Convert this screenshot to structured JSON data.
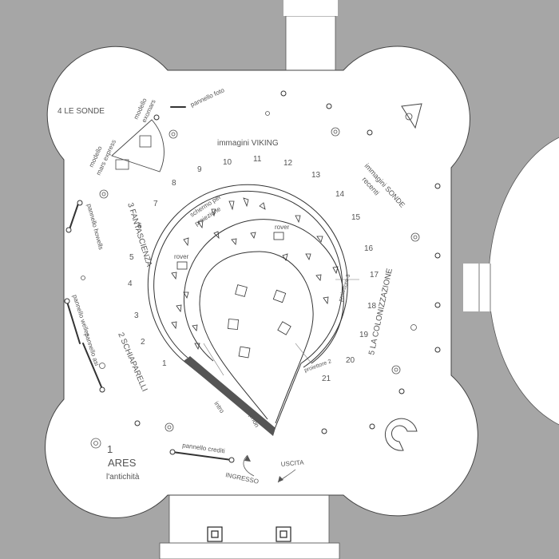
{
  "colors": {
    "wall": "#a6a6a6",
    "floor": "#ffffff",
    "line": "#333333",
    "text": "#555555",
    "ramp": "#555555"
  },
  "sections": {
    "ares_num": "1",
    "ares": "ARES",
    "ares_sub": "l'antichità",
    "schiaparelli": "2 SCHIAPARELLI",
    "fantascienza": "3 FANTASCIENZA",
    "sonde": "4 LE SONDE",
    "colonizzazione": "5 LA COLONIZZAZIONE"
  },
  "labels": {
    "pannello_foto": "pannello foto",
    "modello_exomars_1": "modello",
    "modello_exomars_2": "exomars",
    "modello_mars_1": "modello",
    "modello_mars_2": "mars express",
    "immagini_viking": "immagini VIKING",
    "immagini_sonde_1": "immagini SONDE",
    "immagini_sonde_2": "recenti",
    "pannello_hoWells": "pannello howells",
    "pannello_welles": "pannello welles",
    "pannello_asi": "pannello asi",
    "schermo_1": "schermo per",
    "schermo_2": "proiezione",
    "rover": "rover",
    "proiettore_3": "proiettore 3",
    "proiettore_2": "proiettore 2",
    "intro": "intro",
    "colophon": "colophon",
    "pannello_crediti": "pannello crediti",
    "ingresso": "INGRESSO",
    "uscita": "USCITA"
  },
  "seat_numbers": [
    "1",
    "2",
    "3",
    "4",
    "5",
    "6",
    "7",
    "8",
    "9",
    "10",
    "11",
    "12",
    "13",
    "14",
    "15",
    "16",
    "17",
    "18",
    "19",
    "20",
    "21"
  ]
}
